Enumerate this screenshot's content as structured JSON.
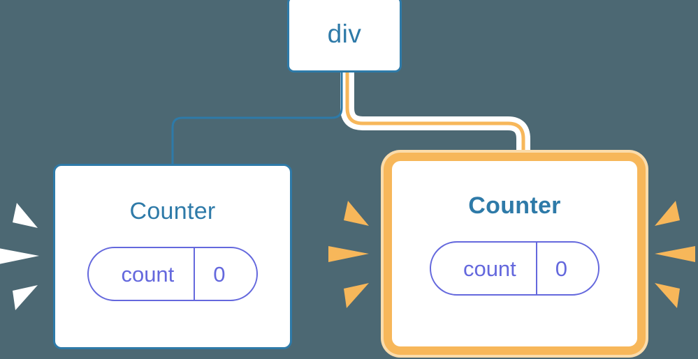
{
  "diagram": {
    "title": "react component tree re-render highlight",
    "background_color": "#4c6873",
    "nodes": {
      "root": {
        "label": "div",
        "type": "html-element",
        "border_color": "#2e7aa8",
        "text_color": "#2e7aa8",
        "highlighted": false
      },
      "counter_left": {
        "label": "Counter",
        "type": "component",
        "border_color": "#2e7aa8",
        "text_color": "#2e7aa8",
        "highlighted": false,
        "state": {
          "key": "count",
          "value": "0",
          "color": "#6468dd"
        }
      },
      "counter_right": {
        "label": "Counter",
        "type": "component",
        "border_color": "#f7b75a",
        "glow_color": "#fbdcab",
        "text_color": "#2e7aa8",
        "highlighted": true,
        "state": {
          "key": "count",
          "value": "0",
          "color": "#6468dd"
        }
      }
    },
    "edges": [
      {
        "name": "edge-div-to-counter-left",
        "from": "root",
        "to": "counter_left",
        "color": "#2e7aa8",
        "highlighted": false
      },
      {
        "name": "edge-div-to-counter-right",
        "from": "root",
        "to": "counter_right",
        "color": "#f7b75a",
        "halo_color": "#ffffff",
        "highlighted": true
      }
    ],
    "bursts": [
      {
        "name": "burst-left-white",
        "color": "#ffffff",
        "direction": "left",
        "rays": 3
      },
      {
        "name": "burst-mid-orange",
        "color": "#f7b75a",
        "direction": "left",
        "rays": 3
      },
      {
        "name": "burst-right-orange",
        "color": "#f7b75a",
        "direction": "right",
        "rays": 3
      }
    ]
  }
}
